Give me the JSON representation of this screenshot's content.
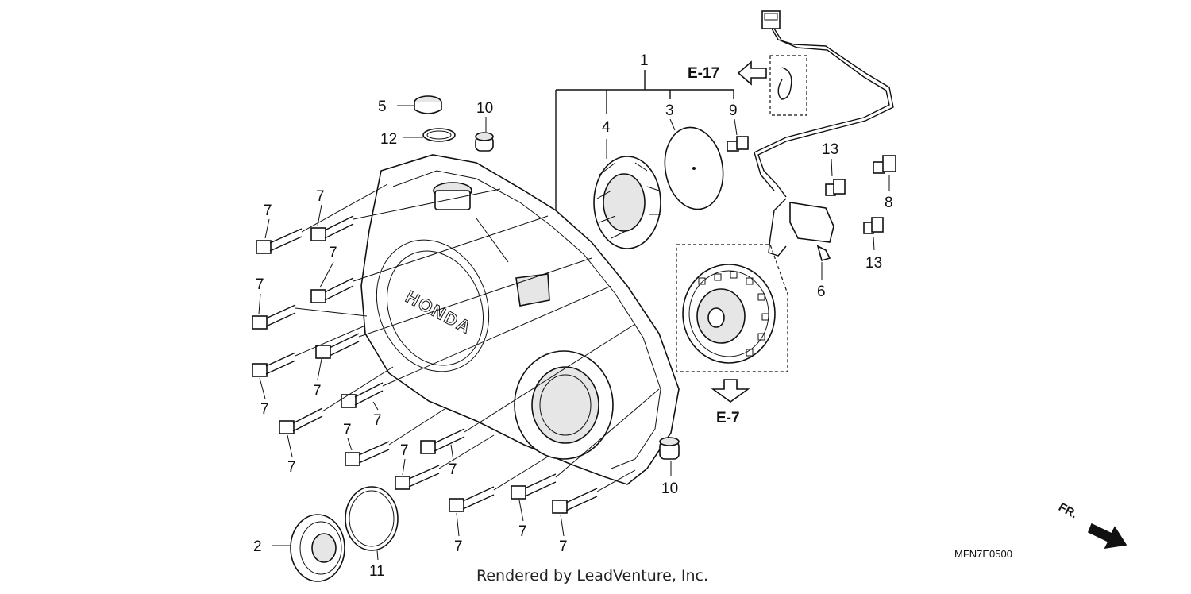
{
  "diagram": {
    "callouts": [
      {
        "id": "c1",
        "text": "1"
      },
      {
        "id": "c2",
        "text": "2"
      },
      {
        "id": "c3",
        "text": "3"
      },
      {
        "id": "c4",
        "text": "4"
      },
      {
        "id": "c5",
        "text": "5"
      },
      {
        "id": "c6",
        "text": "6"
      },
      {
        "id": "c8",
        "text": "8"
      },
      {
        "id": "c9",
        "text": "9"
      },
      {
        "id": "c10a",
        "text": "10"
      },
      {
        "id": "c10b",
        "text": "10"
      },
      {
        "id": "c11",
        "text": "11"
      },
      {
        "id": "c12",
        "text": "12"
      },
      {
        "id": "c13a",
        "text": "13"
      },
      {
        "id": "c13b",
        "text": "13"
      }
    ],
    "bolt_label": "7",
    "refs": {
      "e17": "E-17",
      "e7": "E-7"
    },
    "cover_logo": "HONDA",
    "front_label": "FR.",
    "diagram_code": "MFN7E0500",
    "credit": "Rendered by LeadVenture, Inc."
  }
}
